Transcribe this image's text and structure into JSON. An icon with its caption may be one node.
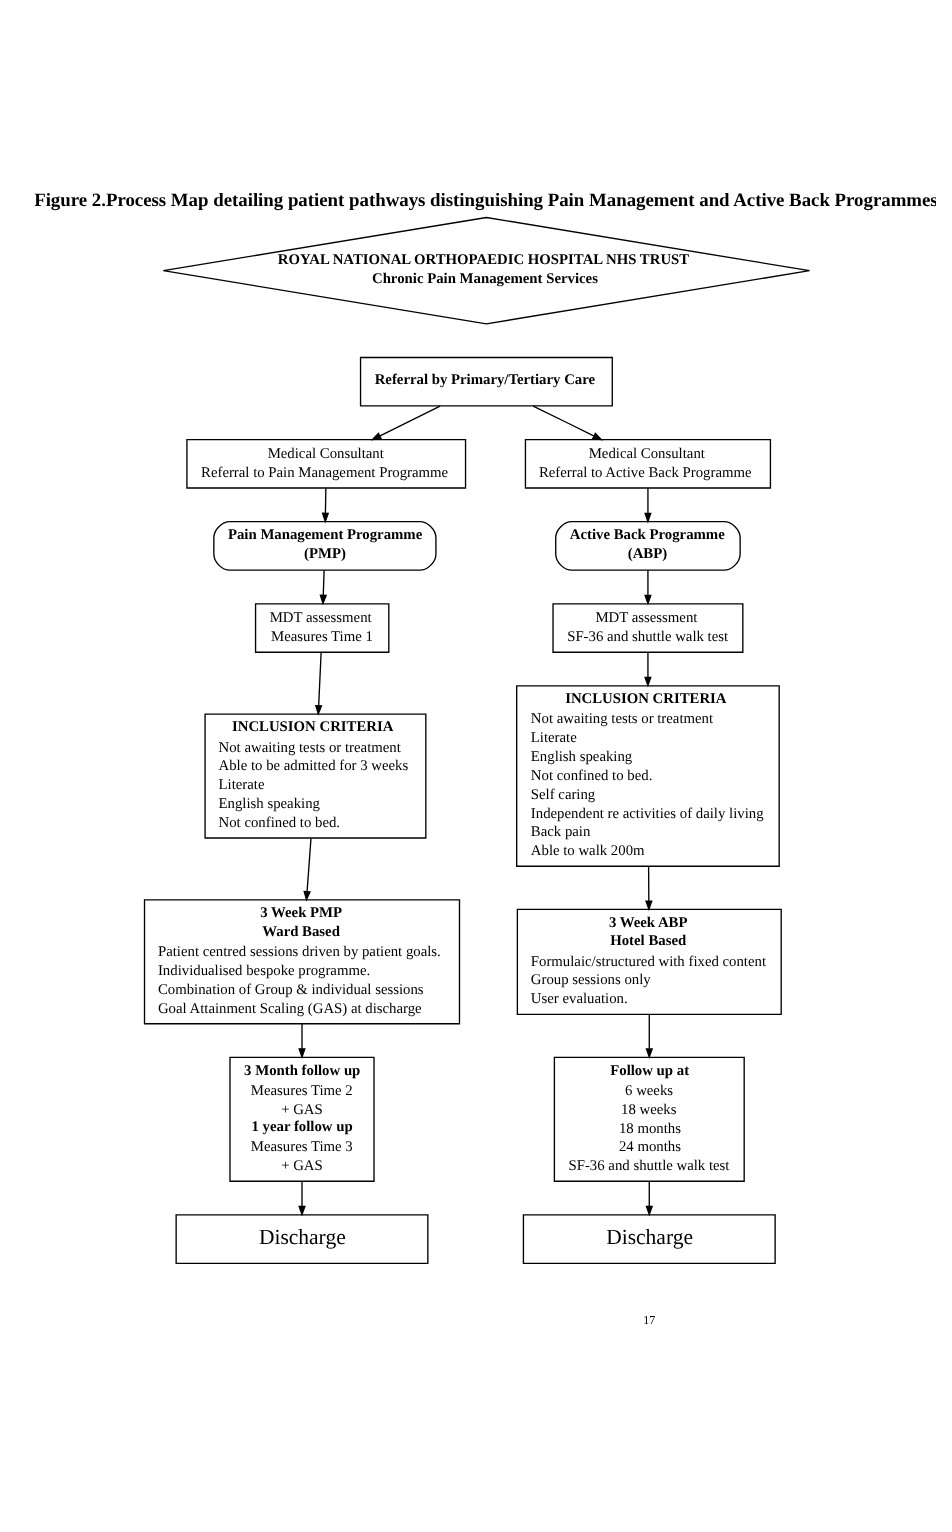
{
  "diagram": {
    "title": "Figure 2.Process Map detailing patient pathways distinguishing Pain Management and Active Back Programmes",
    "nodes": [
      {
        "text": [
          "ROYAL NATIONAL ORTHOPAEDIC HOSPITAL NHS TRUST",
          "Chronic Pain Management Services"
        ]
      },
      {
        "text": [
          "Referral by Primary/Tertiary Care"
        ]
      },
      {
        "text": [
          "Medical Consultant",
          "Referral to Pain Management Programme"
        ]
      },
      {
        "text": [
          "Medical Consultant",
          "Referral to Active Back Programme"
        ]
      },
      {
        "text": [
          "Pain Management Programme",
          "(PMP)"
        ]
      },
      {
        "text": [
          "Active Back Programme",
          "(ABP)"
        ]
      },
      {
        "text": [
          "MDT assessment",
          "Measures Time 1"
        ]
      },
      {
        "text": [
          "MDT assessment",
          "SF-36 and shuttle walk test"
        ]
      },
      {
        "text": [
          "INCLUSION CRITERIA",
          "Not awaiting tests or treatment",
          "Able to be admitted for 3 weeks",
          "Literate",
          "English speaking",
          "Not confined to bed."
        ]
      },
      {
        "text": [
          "INCLUSION CRITERIA",
          "Not awaiting tests or treatment",
          "Literate",
          "English speaking",
          "Not confined to bed.",
          "Self caring",
          "Independent re activities of daily living",
          "Back pain",
          "Able to walk 200m"
        ]
      },
      {
        "text": [
          "3 Week PMP",
          "Ward Based",
          "Patient centred sessions driven by patient goals.",
          "Individualised bespoke programme.",
          "Combination of Group & individual sessions",
          "Goal Attainment Scaling (GAS) at discharge"
        ]
      },
      {
        "text": [
          "3 Week ABP",
          "Hotel Based",
          "Formulaic/structured with fixed content",
          "Group sessions only",
          "User evaluation."
        ]
      },
      {
        "text": [
          "3 Month follow up",
          "Measures Time 2",
          "+ GAS",
          "1 year follow up",
          "Measures Time 3",
          "+ GAS"
        ]
      },
      {
        "text": [
          "Follow up at",
          "6 weeks",
          "18 weeks",
          "18 months",
          "24 months",
          "SF-36 and shuttle walk test"
        ]
      },
      {
        "text": [
          "Discharge"
        ]
      },
      {
        "text": [
          "Discharge"
        ]
      }
    ],
    "edges": [
      {
        "from": 1,
        "to": 2,
        "arrow": "to"
      },
      {
        "from": 1,
        "to": 3,
        "arrow": "to"
      },
      {
        "from": 2,
        "to": 4,
        "arrow": "to"
      },
      {
        "from": 3,
        "to": 5,
        "arrow": "to"
      },
      {
        "from": 4,
        "to": 6,
        "arrow": "to"
      },
      {
        "from": 5,
        "to": 7,
        "arrow": "to"
      },
      {
        "from": 6,
        "to": 8,
        "arrow": "to"
      },
      {
        "from": 7,
        "to": 9,
        "arrow": "to"
      },
      {
        "from": 8,
        "to": 10,
        "arrow": "to"
      },
      {
        "from": 9,
        "to": 11,
        "arrow": "to"
      },
      {
        "from": 10,
        "to": 12,
        "arrow": "to"
      },
      {
        "from": 11,
        "to": 13,
        "arrow": "to"
      },
      {
        "from": 12,
        "to": 14,
        "arrow": "to"
      },
      {
        "from": 13,
        "to": 15,
        "arrow": "to"
      }
    ],
    "labels": [
      "17"
    ]
  }
}
